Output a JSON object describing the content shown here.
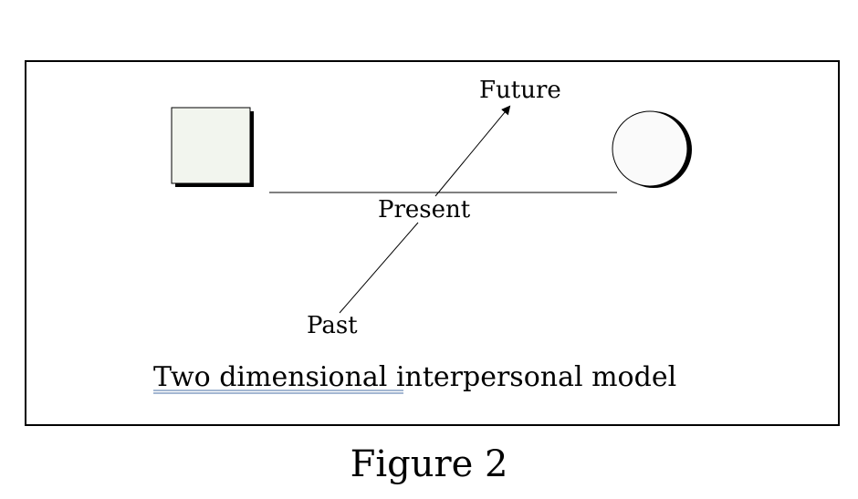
{
  "labels": {
    "future": "Future",
    "present": "Present",
    "past": "Past"
  },
  "caption": {
    "underlined_part": "Two dimensional",
    "rest": " interpersonal model"
  },
  "figure_label": "Figure 2",
  "colors": {
    "square_fill": "#f2f5ee",
    "circle_fill": "#fafafa",
    "shadow": "#000000",
    "underline": "#4a6fa5"
  },
  "shapes": [
    "square-icon",
    "circle-icon"
  ]
}
